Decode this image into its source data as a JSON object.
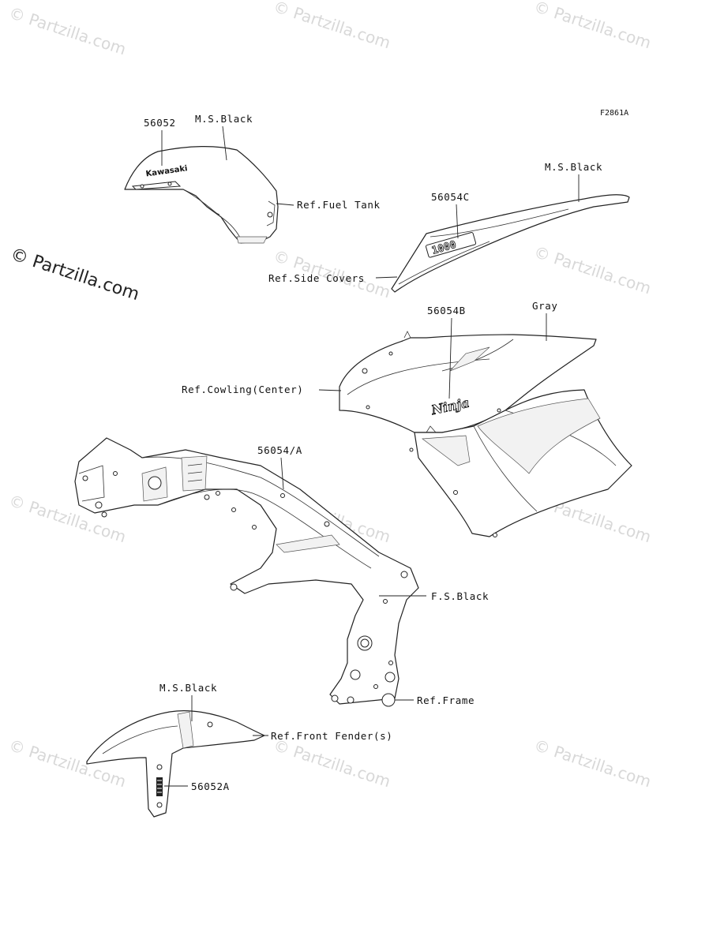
{
  "figure_code": "F2861A",
  "watermark": {
    "text": "© Partzilla.com",
    "main_text": "© Partzilla.com"
  },
  "labels": {
    "fuel_tank_part": "56052",
    "fuel_tank_color": "M.S.Black",
    "fuel_tank_ref": "Ref.Fuel Tank",
    "side_cover_color": "M.S.Black",
    "side_cover_part": "56054C",
    "side_cover_ref": "Ref.Side Covers",
    "cowling_part": "56054B",
    "cowling_color": "Gray",
    "cowling_ref": "Ref.Cowling(Center)",
    "frame_part": "56054/A",
    "frame_color": "F.S.Black",
    "frame_ref": "Ref.Frame",
    "fender_color": "M.S.Black",
    "fender_ref": "Ref.Front Fender(s)",
    "fender_part": "56052A"
  },
  "decals": {
    "kawasaki": "Kawasaki",
    "model_1000": "1000",
    "ninja": "Ninja"
  }
}
